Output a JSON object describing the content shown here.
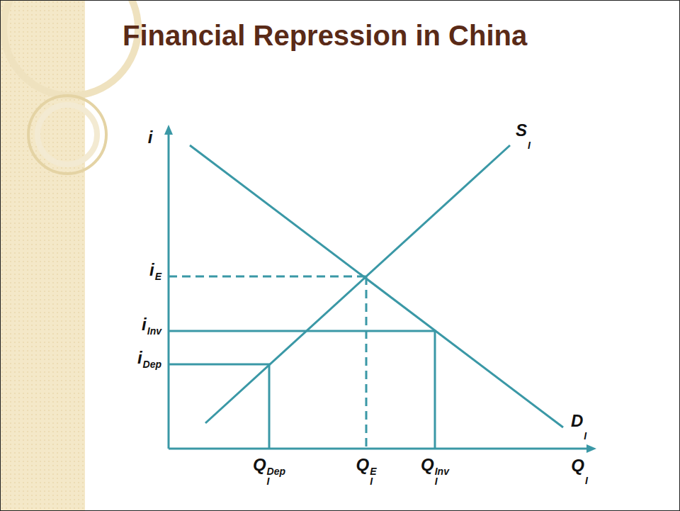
{
  "diagram": {
    "title": "Financial Repression in China",
    "labels": [
      "i",
      "S",
      "I",
      "i",
      "E",
      "i",
      "Inv",
      "i",
      "Dep",
      "D",
      "I",
      "Q",
      "I",
      "Dep",
      "Q",
      "I",
      "E",
      "Q",
      "I",
      "Inv",
      "Q",
      "I"
    ]
  }
}
